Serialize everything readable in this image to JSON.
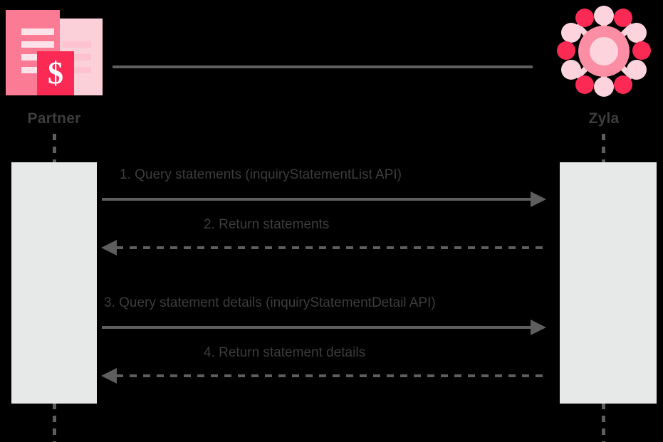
{
  "diagram": {
    "type": "sequence-diagram",
    "actors": [
      {
        "id": "partner",
        "label": "Partner",
        "icon": "invoice-document-icon"
      },
      {
        "id": "zyla",
        "label": "Zyla",
        "icon": "network-hub-icon"
      }
    ],
    "messages": [
      {
        "number": "1",
        "label": "1. Query statements (inquiryStatementList API)",
        "from": "partner",
        "to": "zyla",
        "style": "solid",
        "direction": "right"
      },
      {
        "number": "2",
        "label": "2. Return statements",
        "from": "zyla",
        "to": "partner",
        "style": "dashed",
        "direction": "left"
      },
      {
        "number": "3",
        "label": "3. Query statement details (inquiryStatementDetail API)",
        "from": "partner",
        "to": "zyla",
        "style": "solid",
        "direction": "right"
      },
      {
        "number": "4",
        "label": "4. Return statement details",
        "from": "zyla",
        "to": "partner",
        "style": "dashed",
        "direction": "left"
      }
    ],
    "colors": {
      "background": "#000000",
      "line": "#5e5e5e",
      "text": "#3d3d3d",
      "activation": "#e7e9e8",
      "accent_pink": "#fb7a94",
      "accent_pink_light": "#fcd0d9",
      "accent_red": "#fa2a55"
    },
    "icon_glyphs": {
      "currency": "$"
    }
  }
}
